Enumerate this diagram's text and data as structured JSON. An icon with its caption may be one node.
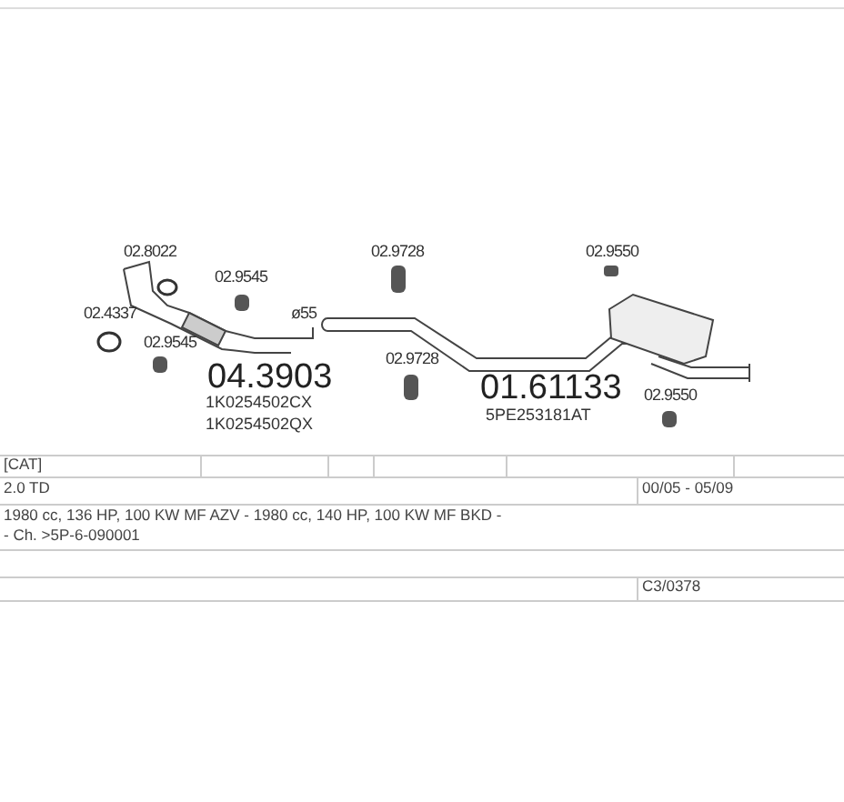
{
  "diagram": {
    "labels": [
      "02.8022",
      "02.9728",
      "02.9550",
      "02.9545",
      "02.4337",
      "ø55",
      "02.9545",
      "02.9728",
      "04.3903",
      "01.61133",
      "1K0254502CX",
      "5PE253181AT",
      "02.9550",
      "1K0254502QX",
      "[CAT]",
      "2.0 TD",
      "00/05 - 05/09",
      "1980 cc, 136 HP, 100 KW MF AZV - 1980 cc, 140 HP, 100 KW MF BKD -",
      "- Ch. >5P-6-090001",
      "C3/0378"
    ]
  }
}
